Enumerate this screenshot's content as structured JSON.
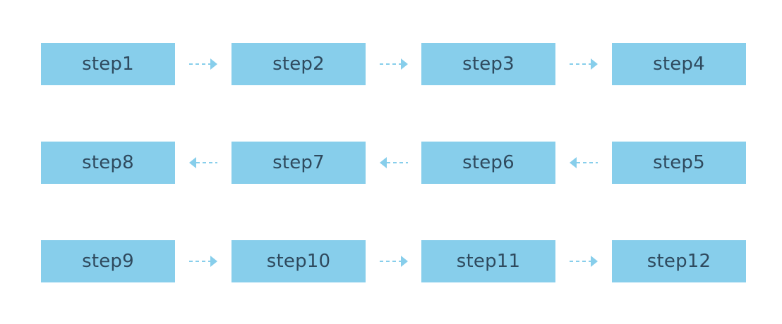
{
  "colors": {
    "box_fill": "#87ceeb",
    "box_text": "#2f4a5e",
    "arrow": "#87ceeb",
    "background": "#ffffff"
  },
  "rows": [
    {
      "direction": "right",
      "steps": [
        "step1",
        "step2",
        "step3",
        "step4"
      ]
    },
    {
      "direction": "left",
      "steps": [
        "step8",
        "step7",
        "step6",
        "step5"
      ]
    },
    {
      "direction": "right",
      "steps": [
        "step9",
        "step10",
        "step11",
        "step12"
      ]
    }
  ],
  "arrow_style": "dashed",
  "arrow_icon": "dashed-arrow-icon"
}
